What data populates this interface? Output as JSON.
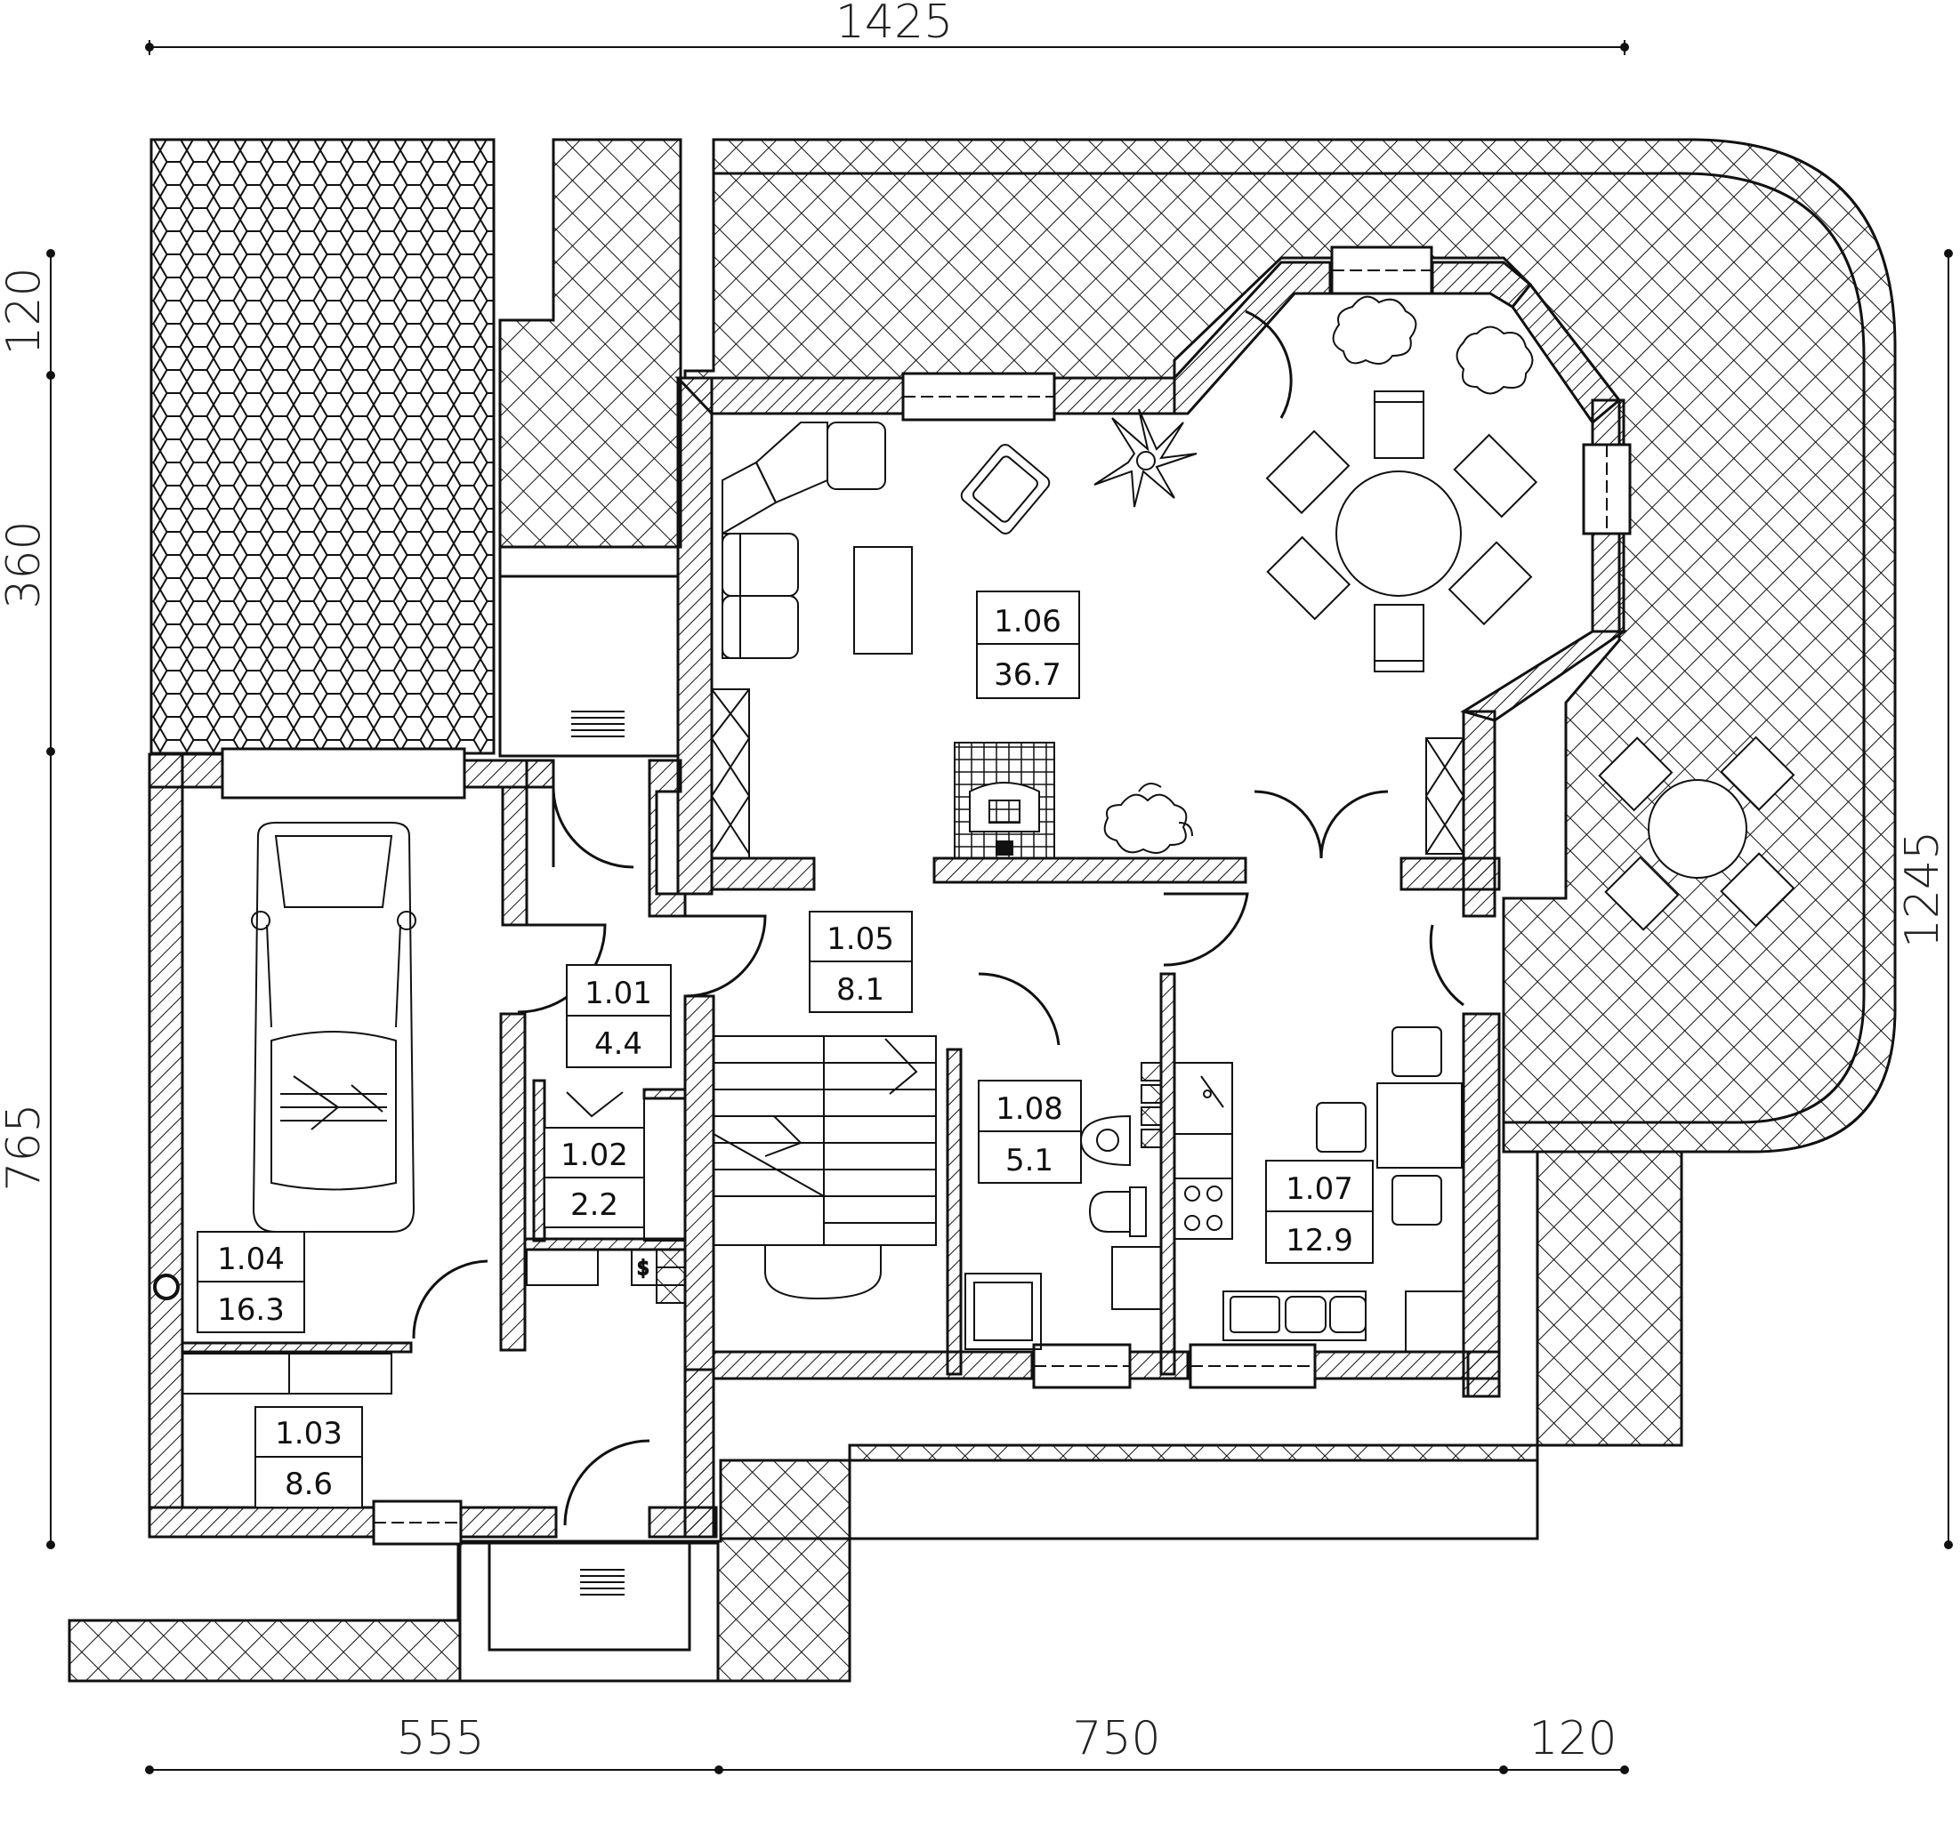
{
  "dimensions": {
    "top_total": "1425",
    "bottom_left": "555",
    "bottom_middle": "750",
    "bottom_right": "120",
    "left_1": "120",
    "left_2": "360",
    "left_3": "765",
    "right_total": "1245"
  },
  "rooms": [
    {
      "id": "1.01",
      "area": "4.4"
    },
    {
      "id": "1.02",
      "area": "2.2"
    },
    {
      "id": "1.03",
      "area": "8.6"
    },
    {
      "id": "1.04",
      "area": "16.3"
    },
    {
      "id": "1.05",
      "area": "8.1"
    },
    {
      "id": "1.06",
      "area": "36.7"
    },
    {
      "id": "1.07",
      "area": "12.9"
    },
    {
      "id": "1.08",
      "area": "5.1"
    }
  ]
}
